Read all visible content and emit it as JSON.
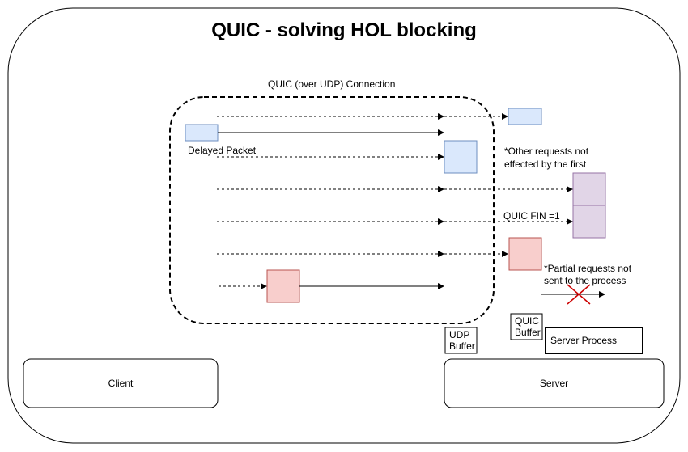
{
  "title": "QUIC - solving HOL blocking",
  "connection_label": "QUIC (over UDP) Connection",
  "delayed_packet_label": "Delayed Packet",
  "note_other_requests_line1": "*Other requests not",
  "note_other_requests_line2": "effected by the first",
  "quic_fin_label": "QUIC FIN =1",
  "note_partial_line1": "*Partial requests not",
  "note_partial_line2": "sent to the process",
  "udp_buffer_line1": "UDP",
  "udp_buffer_line2": "Buffer",
  "quic_buffer_line1": "QUIC",
  "quic_buffer_line2": "Buffer",
  "server_process_label": "Server Process",
  "client_label": "Client",
  "server_label": "Server",
  "colors": {
    "blue_fill": "#dae8fc",
    "blue_stroke": "#6c8ebf",
    "purple_fill": "#e1d5e7",
    "purple_stroke": "#9673a6",
    "red_fill": "#f8cecc",
    "red_stroke": "#b85450",
    "x_mark": "#cc0000"
  }
}
